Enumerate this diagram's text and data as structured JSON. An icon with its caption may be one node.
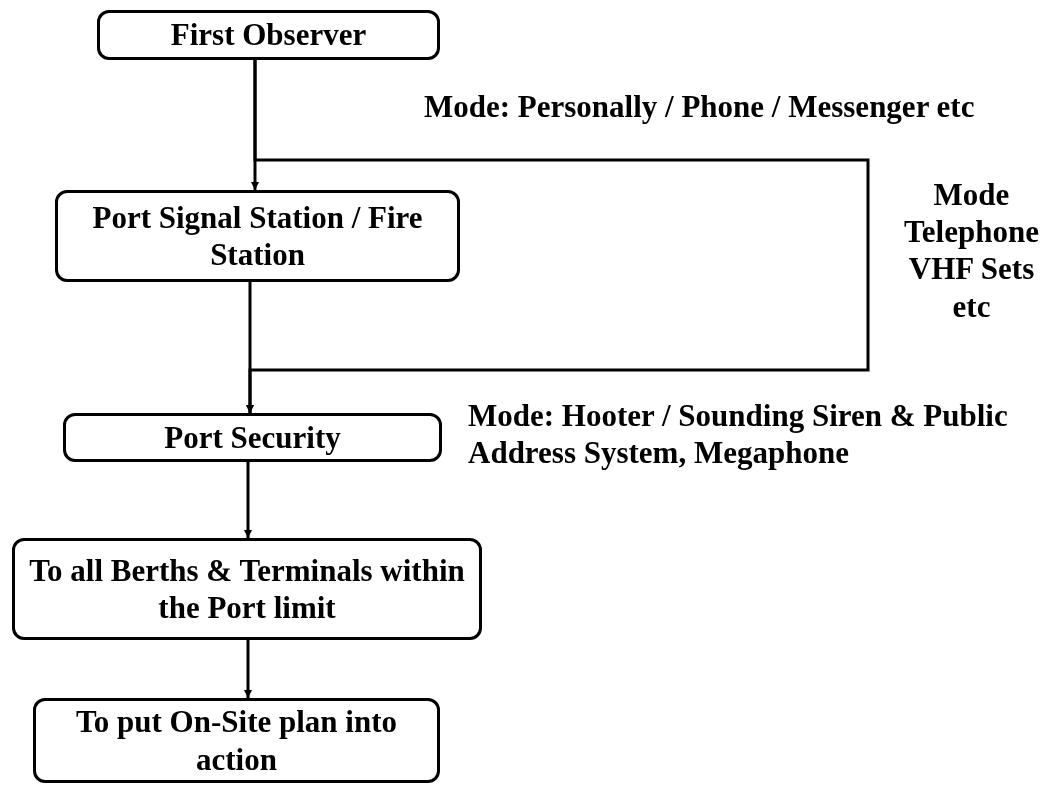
{
  "diagram": {
    "nodes": [
      {
        "text": [
          "First Observer"
        ]
      },
      {
        "text": [
          "Port Signal Station / Fire Station"
        ]
      },
      {
        "text": [
          "Port Security"
        ]
      },
      {
        "text": [
          "To all Berths & Terminals within the Port limit"
        ]
      },
      {
        "text": [
          "To put On-Site plan into action"
        ]
      }
    ],
    "edges": [
      {
        "from": 0,
        "to": 1,
        "arrow": "to"
      },
      {
        "from": 1,
        "to": 2,
        "arrow": "to"
      },
      {
        "from": 0,
        "to": 2,
        "arrow": "to",
        "label": "Mode Telephone VHF Sets etc"
      },
      {
        "from": 2,
        "to": 3,
        "arrow": "to"
      },
      {
        "from": 3,
        "to": 4,
        "arrow": "to"
      }
    ],
    "labels": [
      "Mode: Personally / Phone / Messenger etc",
      "Mode: Hooter / Sounding Siren & Public Address System, Megaphone"
    ]
  }
}
